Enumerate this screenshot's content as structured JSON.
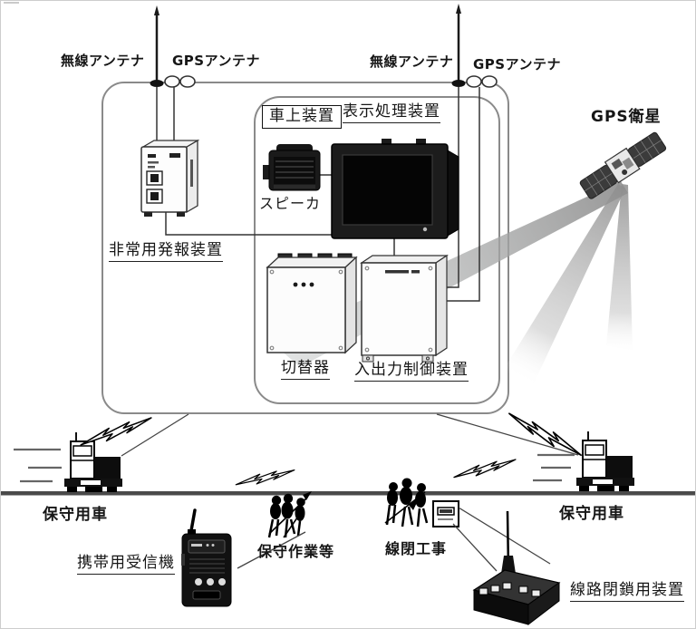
{
  "diagram": {
    "top_antennas": {
      "left_wireless": "無線アンテナ",
      "left_gps": "GPSアンテナ",
      "right_wireless": "無線アンテナ",
      "right_gps": "GPSアンテナ"
    },
    "satellite": {
      "label": "GPS衛星"
    },
    "onboard_system": {
      "onboard_unit": "車上装置",
      "display_processor": "表示処理装置",
      "speaker": "スピーカ",
      "emergency_alarm": "非常用発報装置",
      "switcher": "切替器",
      "io_controller": "入出力制御装置"
    },
    "ground": {
      "vehicle_left": "保守用車",
      "vehicle_right": "保守用車",
      "portable_receiver": "携帯用受信機",
      "maintenance_work": "保守作業等",
      "line_closure_work": "線閉工事",
      "track_closure_device": "線路閉鎖用装置"
    }
  },
  "colors": {
    "outline_gray": "#8a8a8a",
    "wire_black": "#333333",
    "rail_gray": "#4a4a4a",
    "beam_gray": "#9a9a9a",
    "device_dark": "#111111",
    "text": "#161616"
  }
}
